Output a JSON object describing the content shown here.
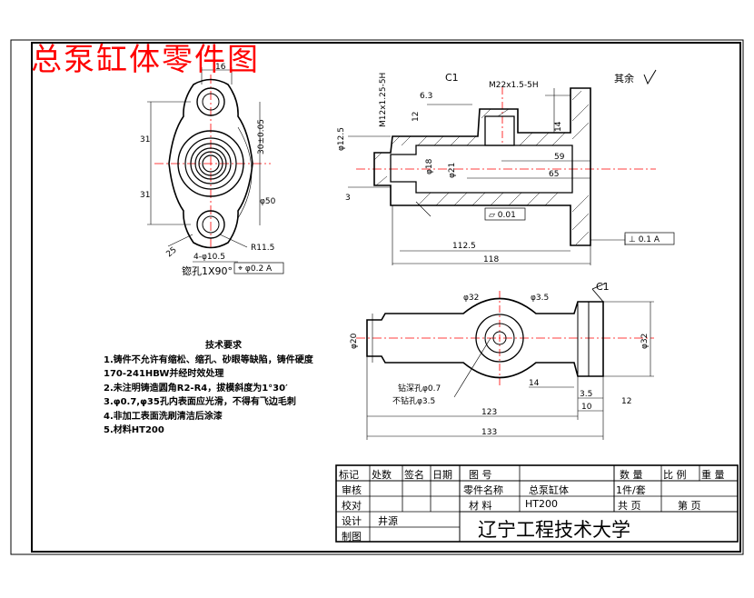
{
  "title": "总泵缸体零件图",
  "roughness_note": "其余",
  "dims": {
    "d16": "16",
    "d31a": "31",
    "d31b": "31",
    "d30": "30±0.05",
    "d50": "φ50",
    "r115": "R11.5",
    "d25": "25",
    "d105": "4-φ10.5",
    "csk": "锪孔1X90°",
    "tol_pos": "⌖ φ0.2 A",
    "c1": "C1",
    "m22": "M22x1.5-5H",
    "m12": "M12x1.25-5H",
    "d63": "6.3",
    "d12a": "12",
    "d14": "14",
    "d125": "φ12.5",
    "d18": "φ18",
    "d21": "φ21",
    "d59": "59",
    "d65": "65",
    "d3": "3",
    "d1125": "112.5",
    "d118": "118",
    "flat": "⏥ 0.01",
    "perp": "⊥ 0.1 A",
    "d32a": "φ32",
    "d35": "φ3.5",
    "c1b": "C1",
    "d20": "φ20",
    "d32b": "φ32",
    "d14b": "14",
    "d35b": "3.5",
    "d10": "10",
    "d12b": "12",
    "d123": "123",
    "d133": "133",
    "hole1": "钻深孔φ0.7",
    "hole2": "不钻孔φ3.5"
  },
  "notes": {
    "heading": "技术要求",
    "items": [
      "1.铸件不允许有缩松、缩孔、砂眼等缺陷，铸件硬度",
      "170-241HBW并经时效处理",
      "2.未注明铸造圆角R2-R4，拔模斜度为1°30′",
      "3.φ0.7,φ35孔内表面应光滑，不得有飞边毛刺",
      "4.非加工表面洗刷清洁后涂漆",
      "5.材料HT200"
    ]
  },
  "title_block": {
    "r1": [
      "标记",
      "处数",
      "签名",
      "日期",
      "图  号",
      "数 量",
      "比 例",
      "重 量"
    ],
    "shenhe": "审核",
    "part_name_label": "零件名称",
    "part_name": "总泵缸体",
    "qty": "1件/套",
    "jiaodui": "校对",
    "material_label": "材  料",
    "material": "HT200",
    "gong": "共    页",
    "di": "第    页",
    "sheji": "设计",
    "designer": "井源",
    "zhitu": "制图",
    "school": "辽宁工程技术大学"
  }
}
